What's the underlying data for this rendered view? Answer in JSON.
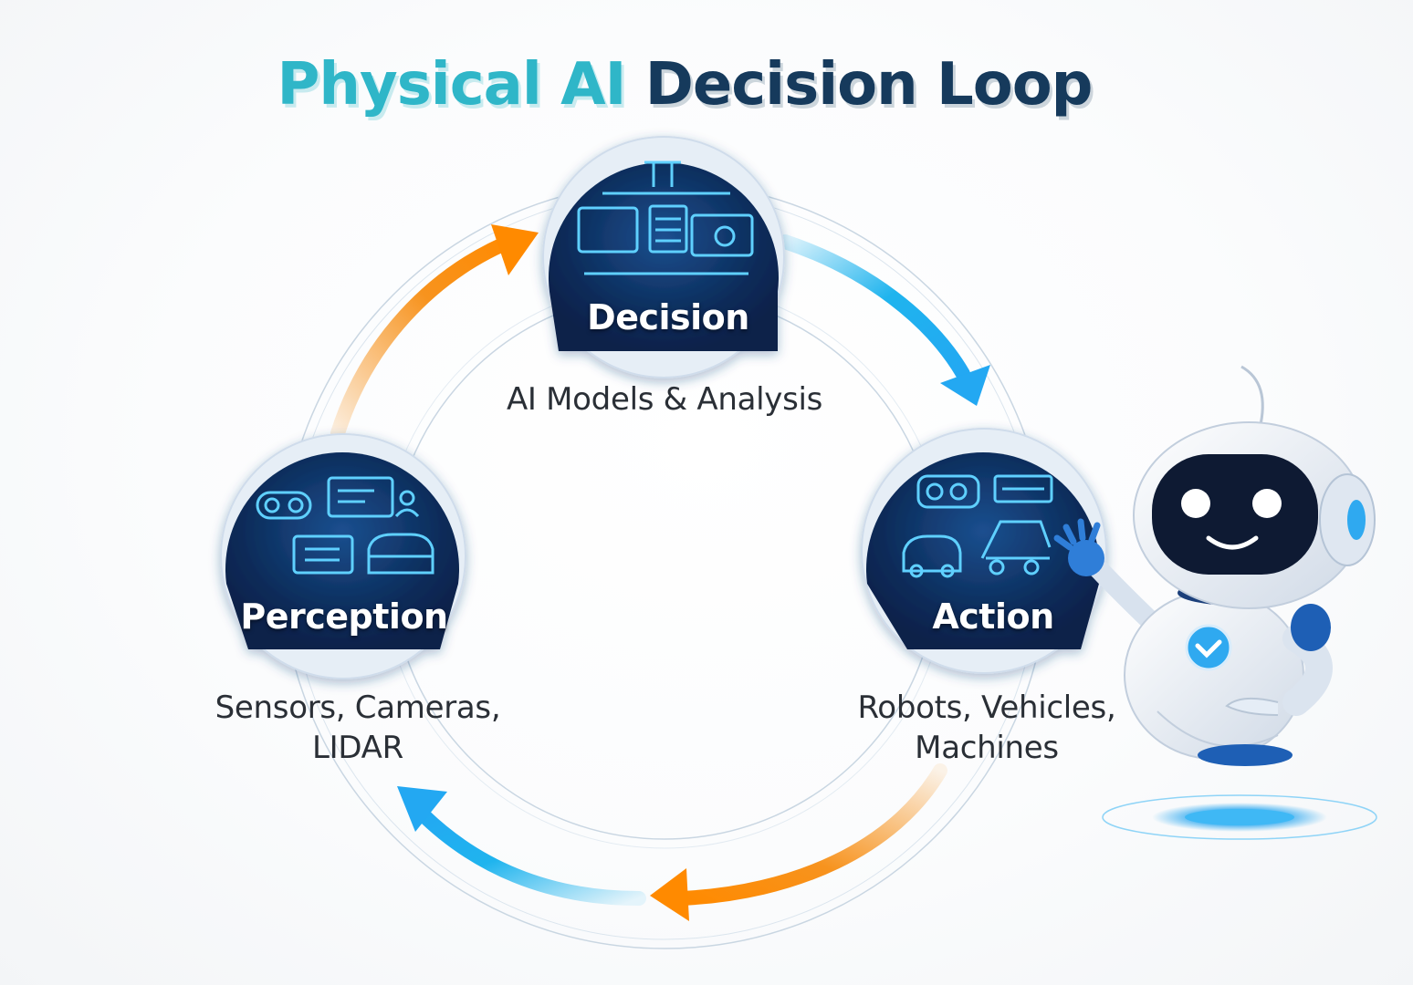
{
  "title": {
    "part1": "Physical AI",
    "part2": "Decision Loop"
  },
  "nodes": {
    "decision": {
      "label": "Decision",
      "description": "AI Models & Analysis"
    },
    "perception": {
      "label": "Perception",
      "description_lines": [
        "Sensors, Cameras,",
        "LIDAR"
      ]
    },
    "action": {
      "label": "Action",
      "description_lines": [
        "Robots, Vehicles,",
        "Machines"
      ]
    }
  },
  "colors": {
    "title_accent": "#2fb6c8",
    "title_dark": "#163a5c",
    "node_fill": "#0c2c5a",
    "arrow_orange": "#f7931e",
    "arrow_blue": "#1fb4ee",
    "robot_body": "#e9eef5",
    "robot_face": "#0e1a33",
    "robot_glow": "#2fa9f0"
  },
  "icons": {
    "decision": "dashboard-screens-icon",
    "perception": "sensors-camera-icon",
    "action": "robot-vehicle-icon",
    "mascot": "robot-mascot"
  }
}
